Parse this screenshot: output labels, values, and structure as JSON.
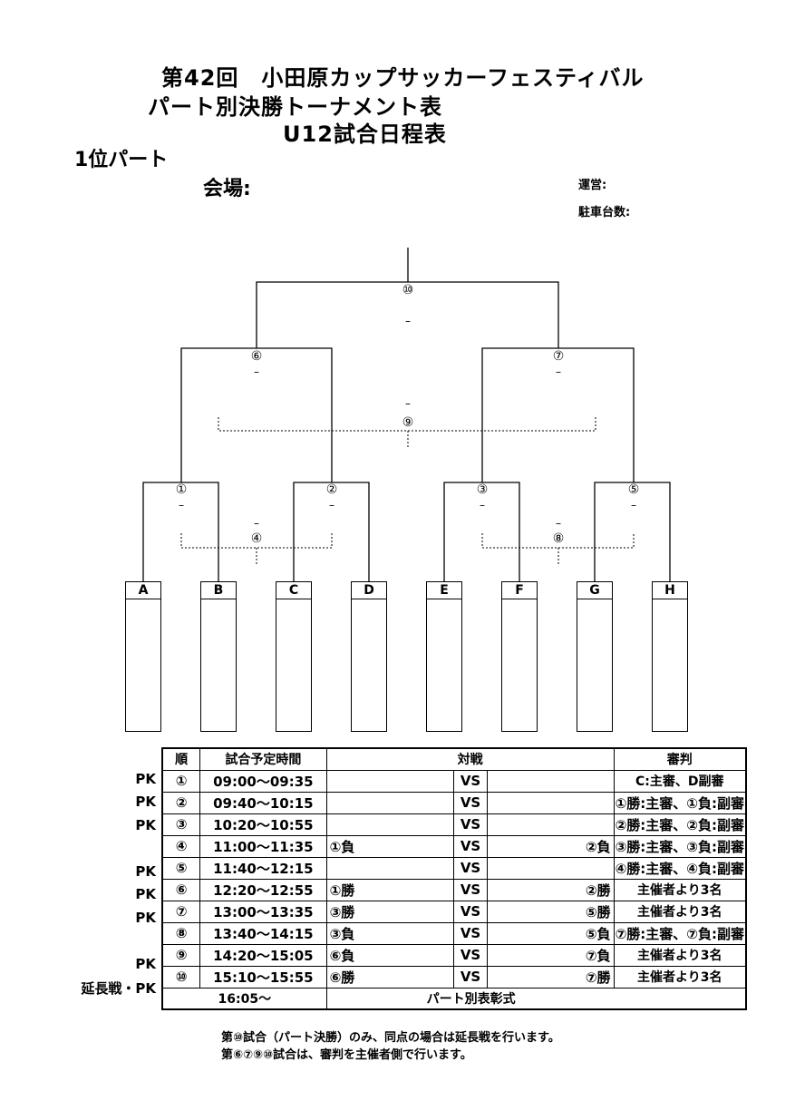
{
  "header": {
    "title_line1": "第42回　小田原カップサッカーフェスティバル",
    "title_line2": "パート別決勝トーナメント表",
    "title_line3": "U12試合日程表",
    "part_label": "1位パート",
    "venue_label": "会場:",
    "operator_label": "運営:",
    "parking_label": "駐車台数:"
  },
  "bracket": {
    "match_labels": {
      "m1": "①",
      "m2": "②",
      "m3": "③",
      "m4": "④",
      "m5": "⑤",
      "m6": "⑥",
      "m7": "⑦",
      "m8": "⑧",
      "m9": "⑨",
      "m10": "⑩"
    },
    "dash": "–",
    "teams": [
      "A",
      "B",
      "C",
      "D",
      "E",
      "F",
      "G",
      "H"
    ]
  },
  "schedule": {
    "headers": {
      "order": "順",
      "time": "試合予定時間",
      "match": "対戦",
      "referee": "審判"
    },
    "rows": [
      {
        "note": "PK",
        "order": "①",
        "time": "09:00～09:35",
        "left": "",
        "vs": "VS",
        "right": "",
        "referee": "C:主審、D副審"
      },
      {
        "note": "PK",
        "order": "②",
        "time": "09:40～10:15",
        "left": "",
        "vs": "VS",
        "right": "",
        "referee": "①勝:主審、①負:副審"
      },
      {
        "note": "PK",
        "order": "③",
        "time": "10:20～10:55",
        "left": "",
        "vs": "VS",
        "right": "",
        "referee": "②勝:主審、②負:副審"
      },
      {
        "note": "",
        "order": "④",
        "time": "11:00～11:35",
        "left": "①負",
        "vs": "VS",
        "right": "②負",
        "referee": "③勝:主審、③負:副審"
      },
      {
        "note": "PK",
        "order": "⑤",
        "time": "11:40～12:15",
        "left": "",
        "vs": "VS",
        "right": "",
        "referee": "④勝:主審、④負:副審"
      },
      {
        "note": "PK",
        "order": "⑥",
        "time": "12:20～12:55",
        "left": "①勝",
        "vs": "VS",
        "right": "②勝",
        "referee": "主催者より3名"
      },
      {
        "note": "PK",
        "order": "⑦",
        "time": "13:00～13:35",
        "left": "③勝",
        "vs": "VS",
        "right": "⑤勝",
        "referee": "主催者より3名"
      },
      {
        "note": "",
        "order": "⑧",
        "time": "13:40～14:15",
        "left": "③負",
        "vs": "VS",
        "right": "⑤負",
        "referee": "⑦勝:主審、⑦負:副審"
      },
      {
        "note": "PK",
        "order": "⑨",
        "time": "14:20～15:05",
        "left": "⑥負",
        "vs": "VS",
        "right": "⑦負",
        "referee": "主催者より3名"
      },
      {
        "note": "延長戦・PK",
        "order": "⑩",
        "time": "15:10～15:55",
        "left": "⑥勝",
        "vs": "VS",
        "right": "⑦勝",
        "referee": "主催者より3名"
      }
    ],
    "ceremony_time": "16:05～",
    "ceremony_label": "パート別表彰式"
  },
  "footnotes": {
    "line1": "第⑩試合（パート決勝）のみ、同点の場合は延長戦を行います。",
    "line2": "第⑥⑦⑨⑩試合は、審判を主催者側で行います。"
  }
}
